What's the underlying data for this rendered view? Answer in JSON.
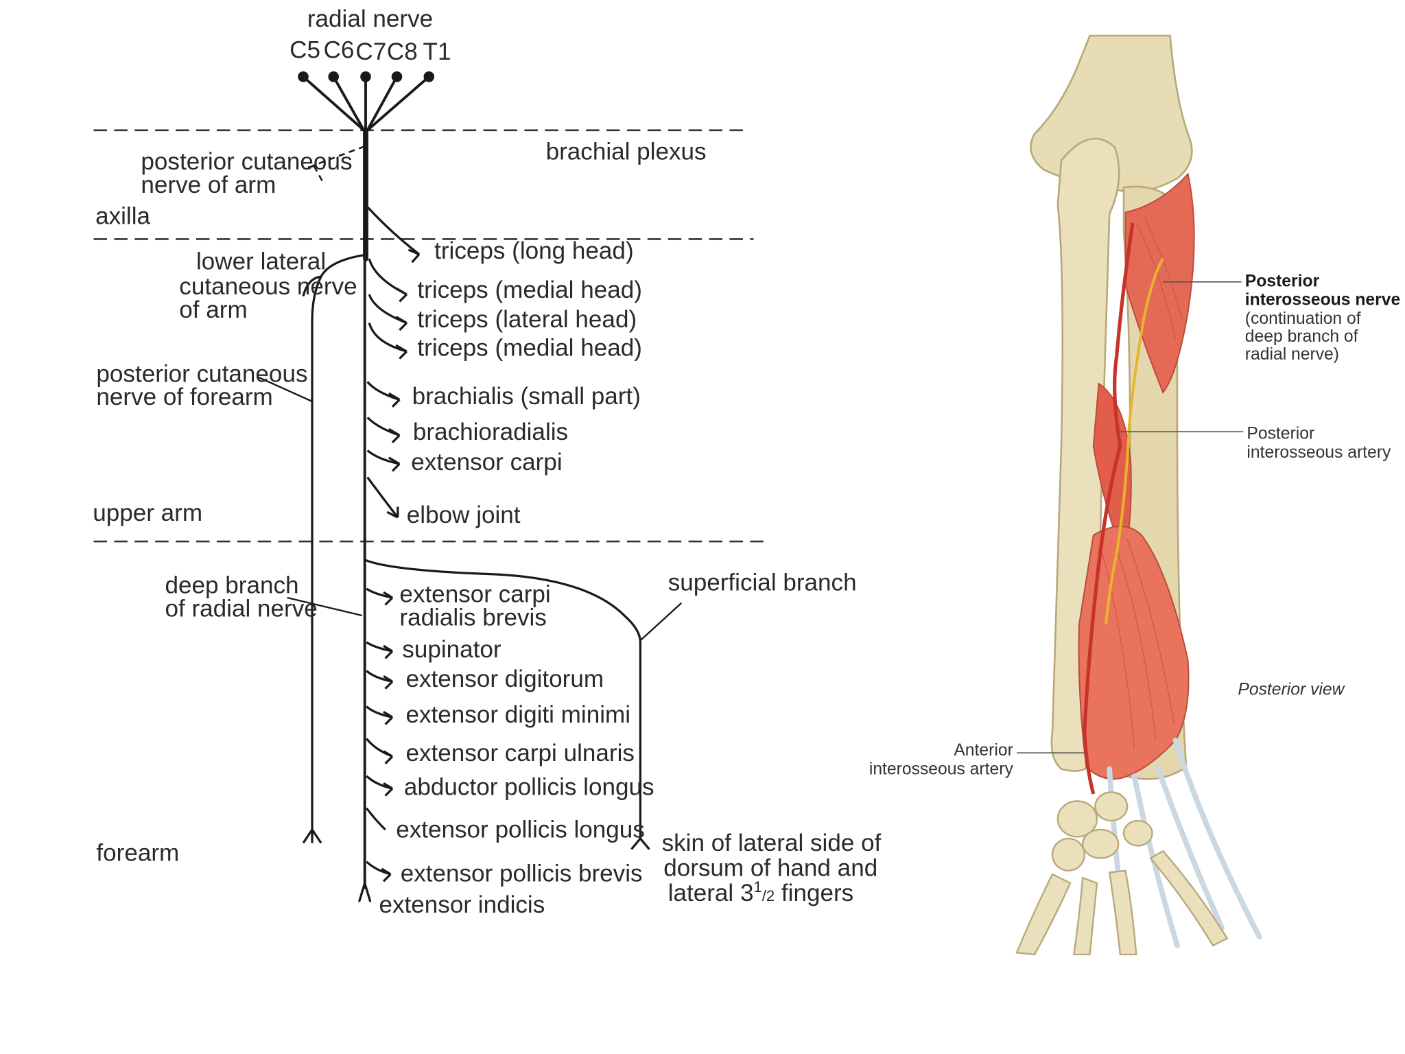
{
  "diagram": {
    "title": "radial nerve",
    "roots": [
      "C5",
      "C6",
      "C7",
      "C8",
      "T1"
    ],
    "regions": {
      "brachial_plexus": "brachial plexus",
      "axilla": "axilla",
      "upper_arm": "upper arm",
      "forearm": "forearm"
    },
    "cutaneous": {
      "posterior_arm": [
        "posterior cutaneous",
        "nerve of arm"
      ],
      "lower_lateral_arm": [
        "lower lateral",
        "cutaneous nerve",
        "of arm"
      ],
      "posterior_forearm": [
        "posterior cutaneous",
        "nerve of forearm"
      ]
    },
    "upper_arm_branches": [
      "triceps (long head)",
      "triceps (medial head)",
      "triceps (lateral head)",
      "triceps (medial head)",
      "brachialis (small part)",
      "brachioradialis",
      "extensor carpi",
      "elbow joint"
    ],
    "deep_branch_label": [
      "deep branch",
      "of radial nerve"
    ],
    "forearm_branches": {
      "ecrb": [
        "extensor carpi",
        "radialis brevis"
      ],
      "supinator": "supinator",
      "ext_digitorum": "extensor digitorum",
      "ext_digiti_minimi": "extensor digiti minimi",
      "ecu": "extensor carpi ulnaris",
      "apl": "abductor pollicis longus",
      "epl": "extensor pollicis longus",
      "epb": "extensor pollicis brevis",
      "ext_indicis": "extensor indicis"
    },
    "superficial_branch": "superficial branch",
    "skin_label": {
      "line1": "skin of lateral side of",
      "line2": "dorsum of hand and",
      "line3_pre": "lateral 3",
      "sup": "1",
      "sub": "/2",
      "line3_post": " fingers"
    }
  },
  "illustration": {
    "pin_title": [
      "Posterior",
      "interosseous nerve"
    ],
    "pin_note": [
      "(continuation of",
      "deep branch of",
      "radial nerve)"
    ],
    "post_artery": [
      "Posterior",
      "interosseous artery"
    ],
    "view": "Posterior view",
    "ant_artery": [
      "Anterior",
      "interosseous artery"
    ]
  },
  "colors": {
    "ink": "#1a1a1a",
    "bone": "#e8dcb5",
    "muscle": "#e46a55",
    "nerve": "#e6b52a",
    "artery": "#c8322c",
    "tendon": "#c9d8e2"
  }
}
